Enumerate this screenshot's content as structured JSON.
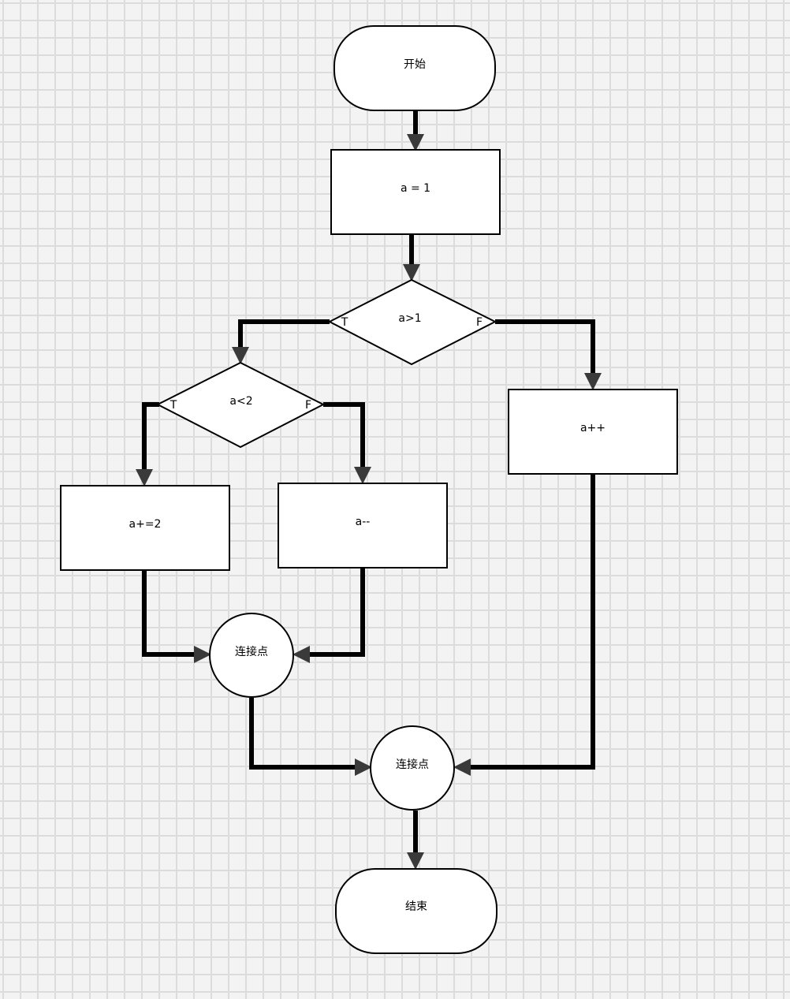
{
  "nodes": {
    "start": "开始",
    "assign_a": "a = 1",
    "cond_gt1": "a>1",
    "cond_lt2": "a<2",
    "inc2": "a+=2",
    "dec": "a--",
    "inc": "a++",
    "connector_1": "连接点",
    "connector_2": "连接点",
    "end": "结束"
  },
  "branches": {
    "cond_gt1_true": "T",
    "cond_gt1_false": "F",
    "cond_lt2_true": "T",
    "cond_lt2_false": "F"
  },
  "colors": {
    "canvas": "#f3f3f3",
    "grid": "#dcdcdc",
    "shape_fill": "#ffffff",
    "line": "#000000",
    "arrowhead": "#3a3a3a"
  }
}
